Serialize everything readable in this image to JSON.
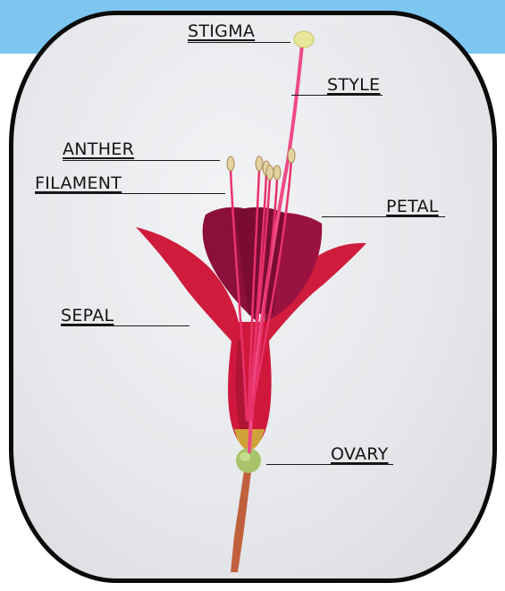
{
  "diagram": {
    "labels": {
      "stigma": "STIGMA",
      "style": "STYLE",
      "anther": "ANTHER",
      "filament": "FILAMENT",
      "petal": "PETAL",
      "sepal": "SEPAL",
      "ovary": "OVARY"
    },
    "colors": {
      "header_band": "#7cc6f0",
      "frame_border": "#0b0b0b",
      "sepal": "#d01c3c",
      "petal": "#8b0f3a",
      "stamen": "#e8326a",
      "style": "#f04a86",
      "stigma": "#e9e79a",
      "ovary": "#a8c36a",
      "stem": "#c0603c"
    }
  }
}
